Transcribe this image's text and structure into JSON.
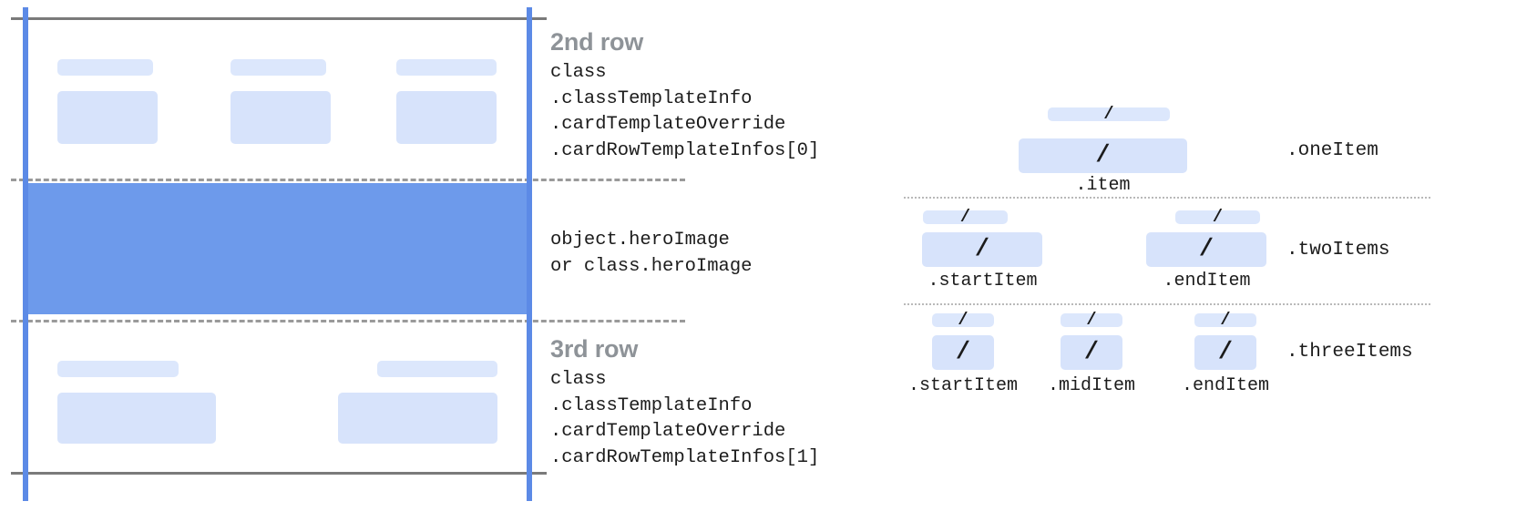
{
  "diagram": {
    "title_semantic": "card-row-template-layout-diagram",
    "colors": {
      "guide_blue": "#5c8ae6",
      "hero_blue": "#6d9aeb",
      "placeholder_blue": "#d7e3fb",
      "placeholder_blue_light": "#dce7fc",
      "solid_rule_gray": "#7a7a7a",
      "dashed_rule_gray": "#9a9a9a",
      "dotted_rule_gray": "#b9b9b9",
      "row_title_gray": "#8e9398",
      "code_text": "#1c1c1c"
    }
  },
  "left_panel": {
    "row2": {
      "title": "2nd row",
      "code": "class\n.classTemplateInfo\n.cardTemplateOverride\n.cardRowTemplateInfos[0]"
    },
    "hero": {
      "code": "object.heroImage\nor class.heroImage"
    },
    "row3": {
      "title": "3rd row",
      "code": "class\n.classTemplateInfo\n.cardTemplateOverride\n.cardRowTemplateInfos[1]"
    }
  },
  "right_panel": {
    "glyph": "/",
    "groups": [
      {
        "name": ".oneItem",
        "sub_labels": [
          ".item"
        ]
      },
      {
        "name": ".twoItems",
        "sub_labels": [
          ".startItem",
          ".endItem"
        ]
      },
      {
        "name": ".threeItems",
        "sub_labels": [
          ".startItem",
          ".midItem",
          ".endItem"
        ]
      }
    ]
  }
}
